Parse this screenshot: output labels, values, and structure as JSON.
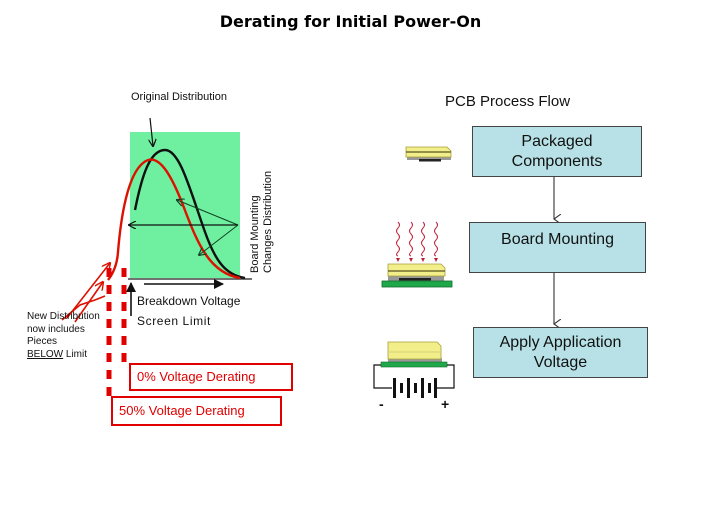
{
  "title": "Derating for Initial Power-On",
  "left_diagram": {
    "original_distribution_label": "Original Distribution",
    "board_mounting_label_line1": "Board Mounting",
    "board_mounting_label_line2": "Changes Distribution",
    "breakdown_voltage_label": "Breakdown Voltage",
    "screen_limit_label": "Screen Limit",
    "new_distribution_note": {
      "line1": "New Distribution",
      "line2": "now includes",
      "line3": "Pieces",
      "line4_underlined": "BELOW",
      "line4_rest": " Limit"
    },
    "derating_boxes": [
      {
        "label": "0% Voltage Derating"
      },
      {
        "label": "50% Voltage Derating"
      }
    ],
    "colors": {
      "screen_region": "#6ef0a0",
      "original_curve": "#111111",
      "new_curve": "#dd1100",
      "derating": "#e00000"
    }
  },
  "right_diagram": {
    "title": "PCB Process Flow",
    "steps": [
      {
        "line1": "Packaged",
        "line2": "Components",
        "icon": "packaged-component-icon"
      },
      {
        "line1": "Board Mounting",
        "line2": "",
        "icon": "heated-component-on-board-icon"
      },
      {
        "line1": "Apply Application",
        "line2": "Voltage",
        "icon": "component-on-board-with-battery-icon"
      }
    ],
    "battery_minus": "-",
    "battery_plus": "+",
    "colors": {
      "box_fill": "#b7e1e6",
      "component_fill": "#f2ef8a",
      "board": "#1fa84a",
      "heat": "#c0203a"
    }
  }
}
